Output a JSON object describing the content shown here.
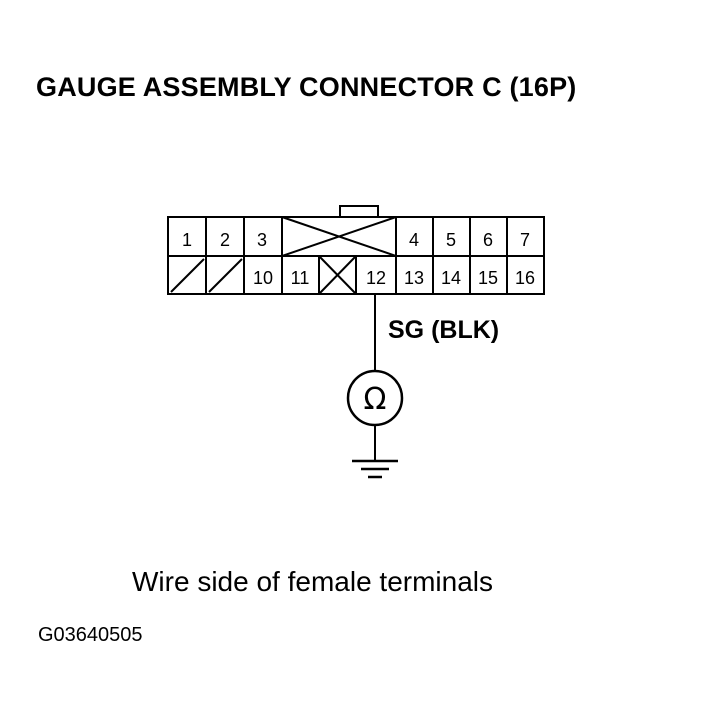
{
  "title": "GAUGE ASSEMBLY CONNECTOR C (16P)",
  "connector": {
    "top_row": [
      "1",
      "2",
      "3",
      "4",
      "5",
      "6",
      "7"
    ],
    "bottom_row": [
      "10",
      "11",
      "12",
      "13",
      "14",
      "15",
      "16"
    ]
  },
  "wire_label": "SG (BLK)",
  "meter_symbol": "Ω",
  "caption": "Wire side of female terminals",
  "figure_code": "G03640505"
}
